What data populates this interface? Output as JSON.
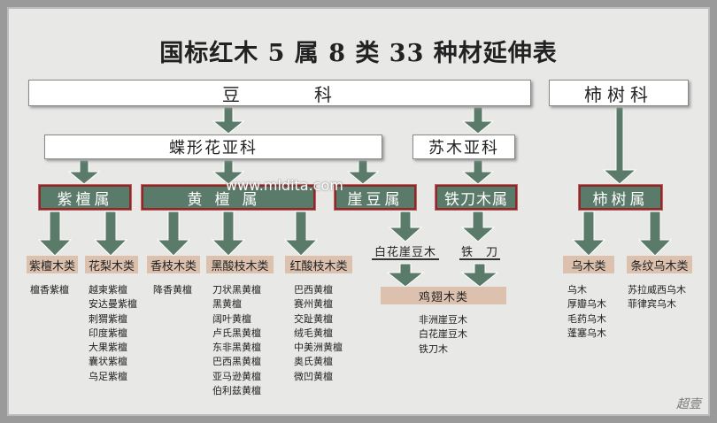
{
  "title": "国标红木 5 属 8 类 33 种材延伸表",
  "colors": {
    "arrow": "#5b7b6a",
    "genus_fill": "#5b7b6a",
    "genus_border": "#8b2a2a",
    "class_fill": "#dcc2ae"
  },
  "families": {
    "legume": "豆　　　科",
    "ebenaceae": "柿树科"
  },
  "subfamilies": {
    "papilionoideae": "蝶形花亚科",
    "caesalpinioideae": "苏木亚科"
  },
  "genera": [
    "紫檀属",
    "黄檀属",
    "崖豆属",
    "铁刀木属",
    "柿树属"
  ],
  "classes": [
    {
      "name": "紫檀木类",
      "species": [
        "檀香紫檀"
      ]
    },
    {
      "name": "花梨木类",
      "species": [
        "越柬紫檀",
        "安达曼紫檀",
        "刺猬紫檀",
        "印度紫檀",
        "大果紫檀",
        "囊状紫檀",
        "乌足紫檀"
      ]
    },
    {
      "name": "香枝木类",
      "species": [
        "降香黄檀"
      ]
    },
    {
      "name": "黑酸枝木类",
      "species": [
        "刀状黑黄檀",
        "黑黄檀",
        "阔叶黄檀",
        "卢氏黑黄檀",
        "东非黑黄檀",
        "巴西黑黄檀",
        "亚马逊黄檀",
        "伯利兹黄檀"
      ]
    },
    {
      "name": "红酸枝木类",
      "species": [
        "巴西黄檀",
        "赛州黄檀",
        "交趾黄檀",
        "绒毛黄檀",
        "中美洲黄檀",
        "奥氏黄檀",
        "微凹黄檀"
      ]
    },
    {
      "name": "鸡翅木类",
      "species": [
        "非洲崖豆木",
        "白花崖豆木",
        "铁刀木"
      ]
    },
    {
      "name": "乌木类",
      "species": [
        "乌木",
        "厚瓣乌木",
        "毛药乌木",
        "蓬塞乌木"
      ]
    },
    {
      "name": "条纹乌木类",
      "species": [
        "苏拉威西乌木",
        "菲律宾乌木"
      ]
    }
  ],
  "intermediate": [
    "白花崖豆木",
    "铁　刀"
  ],
  "watermark": "www.mldita.com",
  "signature": "超壹"
}
